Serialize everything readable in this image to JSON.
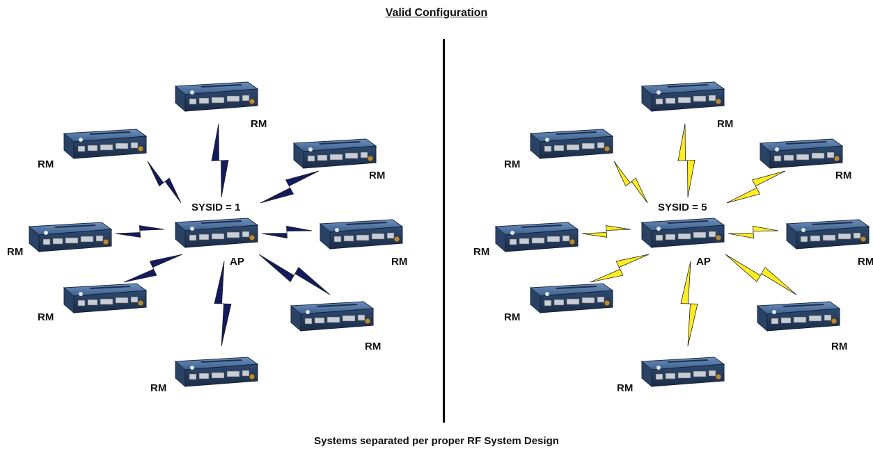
{
  "title": "Valid Configuration",
  "caption": "Systems separated per proper RF System Design",
  "colors": {
    "device_body": "#3d5f8a",
    "device_dark": "#1f3250",
    "bolt_left": "#141a5e",
    "bolt_right": "#ffee22",
    "divider": "#000000"
  },
  "systems": [
    {
      "sysid_label": "SYSID = 1",
      "ap_label": "AP",
      "rm_labels": [
        "RM",
        "RM",
        "RM",
        "RM",
        "RM",
        "RM",
        "RM",
        "RM"
      ]
    },
    {
      "sysid_label": "SYSID = 5",
      "ap_label": "AP",
      "rm_labels": [
        "RM",
        "RM",
        "RM",
        "RM",
        "RM",
        "RM",
        "RM",
        "RM"
      ]
    }
  ]
}
